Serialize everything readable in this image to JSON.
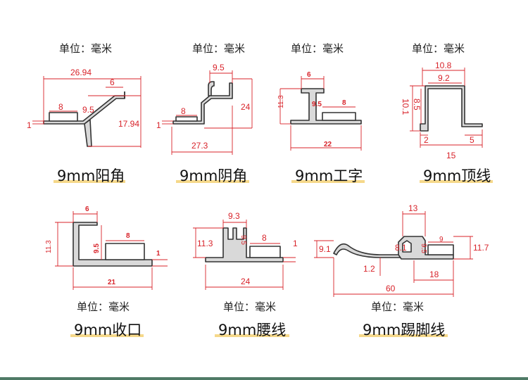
{
  "unit_label": "单位：毫米",
  "profiles": [
    {
      "title": "9mm阳角",
      "dims": [
        "26.94",
        "6",
        "8",
        "9.5",
        "17.94",
        "1"
      ]
    },
    {
      "title": "9mm阴角",
      "dims": [
        "9.5",
        "24",
        "8",
        "1",
        "27.3"
      ]
    },
    {
      "title": "9mm工字",
      "dims": [
        "6",
        "11.3",
        "9.5",
        "8",
        "22"
      ]
    },
    {
      "title": "9mm顶线",
      "dims": [
        "10.8",
        "9.2",
        "10.1",
        "8.5",
        "2",
        "5",
        "15"
      ]
    },
    {
      "title": "9mm收口",
      "dims": [
        "6",
        "11.3",
        "9.5",
        "8",
        "1",
        "21"
      ]
    },
    {
      "title": "9mm腰线",
      "dims": [
        "9.3",
        "11.3",
        "9.5",
        "8",
        "1",
        "24"
      ]
    },
    {
      "title": "9mm踢脚线",
      "dims": [
        "13",
        "9.1",
        "8.1",
        "9.5",
        "9",
        "11.7",
        "1.2",
        "18",
        "60"
      ]
    }
  ],
  "colors": {
    "dimension": "#d8232a",
    "underline": "#f5d88a",
    "footer_bar": "#4f7a66"
  }
}
